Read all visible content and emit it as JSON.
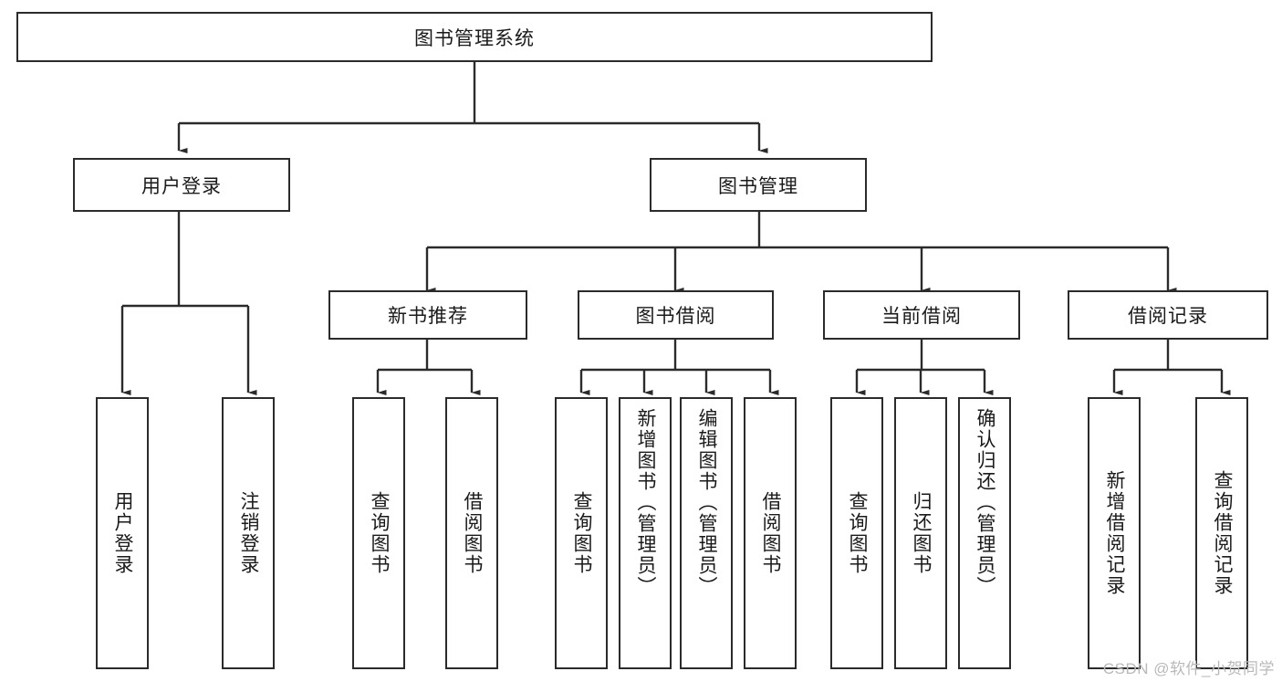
{
  "diagram": {
    "title_node": {
      "label": "图书管理系统"
    },
    "level2": [
      {
        "id": "user-login",
        "label": "用户登录"
      },
      {
        "id": "book-management",
        "label": "图书管理"
      }
    ],
    "level3": [
      {
        "id": "new-book-recommend",
        "label": "新书推荐"
      },
      {
        "id": "book-borrow",
        "label": "图书借阅"
      },
      {
        "id": "current-borrow",
        "label": "当前借阅"
      },
      {
        "id": "borrow-record",
        "label": "借阅记录"
      }
    ],
    "leaves": {
      "user_login": [
        {
          "id": "leaf-user-login",
          "label": "用户登录"
        },
        {
          "id": "leaf-logout-login",
          "label": "注销登录"
        }
      ],
      "new_book_recommend": [
        {
          "id": "leaf-query-book-1",
          "label": "查询图书"
        },
        {
          "id": "leaf-borrow-book-1",
          "label": "借阅图书"
        }
      ],
      "book_borrow": [
        {
          "id": "leaf-query-book-2",
          "label": "查询图书"
        },
        {
          "id": "leaf-add-book-admin",
          "label": "新增图书（管理员）"
        },
        {
          "id": "leaf-edit-book-admin",
          "label": "编辑图书（管理员）"
        },
        {
          "id": "leaf-borrow-book-2",
          "label": "借阅图书"
        }
      ],
      "current_borrow": [
        {
          "id": "leaf-query-book-3",
          "label": "查询图书"
        },
        {
          "id": "leaf-return-book",
          "label": "归还图书"
        },
        {
          "id": "leaf-confirm-return-admin",
          "label": "确认归还（管理员）"
        }
      ],
      "borrow_record": [
        {
          "id": "leaf-add-borrow-record",
          "label": "新增借阅记录"
        },
        {
          "id": "leaf-query-borrow-record",
          "label": "查询借阅记录"
        }
      ]
    },
    "watermark": "CSDN @软件_小贺同学",
    "colors": {
      "stroke": "#2b2b2b",
      "background": "#ffffff",
      "text": "#1a1a1a",
      "watermark": "#b9b9b9"
    }
  }
}
